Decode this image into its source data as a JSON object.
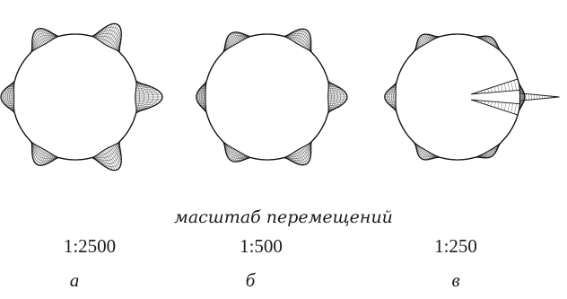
{
  "caption": "масштаб перемещений",
  "panels": [
    {
      "letter": "а",
      "scale": "1:2500",
      "mode": "lobes"
    },
    {
      "letter": "б",
      "scale": "1:500",
      "mode": "lobes"
    },
    {
      "letter": "в",
      "scale": "1:250",
      "mode": "spikes"
    }
  ]
}
